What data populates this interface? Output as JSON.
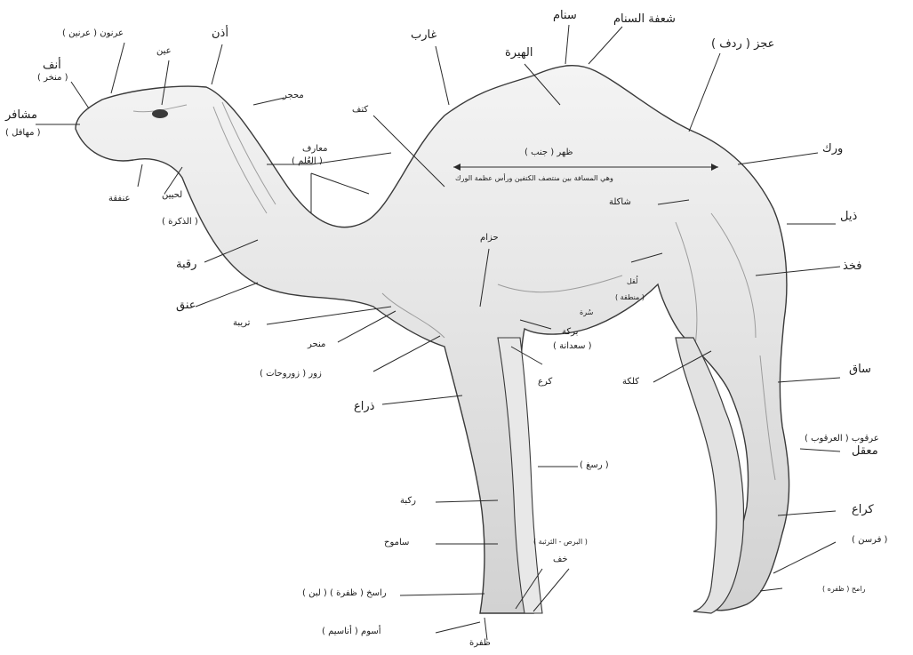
{
  "labels": {
    "sanam": "سنام",
    "sanam_tip": "شعفة السنام",
    "hump_base": "الهيرة",
    "ghareb": "غارب",
    "ajez": "عجز ( ردف )",
    "ears": "أذن",
    "nose_bridge": "عرنون ( عرنين )",
    "eye": "عين",
    "nose": "أنف",
    "nose_sub": "( منخر )",
    "lips": "مشافر",
    "lips_sub": "( مهافل )",
    "forehead": "محجر",
    "mane": "معارف",
    "mane_sub": "( العُلم )",
    "shoulder": "كتف",
    "back": "ظهر ( جنب )",
    "back_note": "وهي المسافة بين منتصف الكتفين ورأس عظمة الورك",
    "hip": "ورك",
    "tail": "ذيل",
    "thigh": "فخذ",
    "flank": "شاكلة",
    "belly": "حزام",
    "navel_note": "لُقل",
    "navel_sub": "( منطقة )",
    "navel_small": "سُرة",
    "knee_pad": "بركة",
    "knee_pad_sub": "( سعدانة )",
    "elbow": "كرع",
    "chest_pad": "كلكة",
    "leg": "ساق",
    "hock": "عرقوب ( العرقوب )",
    "hock2": "معقل",
    "kurae": "كراع",
    "foot_front": "فرسن",
    "foot_front_sub": "( فرسن )",
    "toe_label": "رامح ( ظفره )",
    "throat": "لحيين",
    "throat_sub": "( الذكرة )",
    "jaw": "عنفقة",
    "neck": "رقبة",
    "neck_lower": "عنق",
    "chest_bottom": "تريبة",
    "sternum": "منحر",
    "breast": "زور ( زوروحات )",
    "forearm": "ذراع",
    "front_knee_up": "( رسغ )",
    "front_knee": "ركبة",
    "cannon": "ساموح",
    "fetlock": "( البرص - الثرثبة )",
    "pastern": "خف",
    "foot_sole": "راسخ ( ظفرة ) ( لبن )",
    "foot_pad": "أسوم ( أناسيم )",
    "hoof": "ظفرة"
  },
  "colors": {
    "ink": "#1b1b1b",
    "line": "#2a2a2a",
    "shade": "#9a9a9a"
  }
}
